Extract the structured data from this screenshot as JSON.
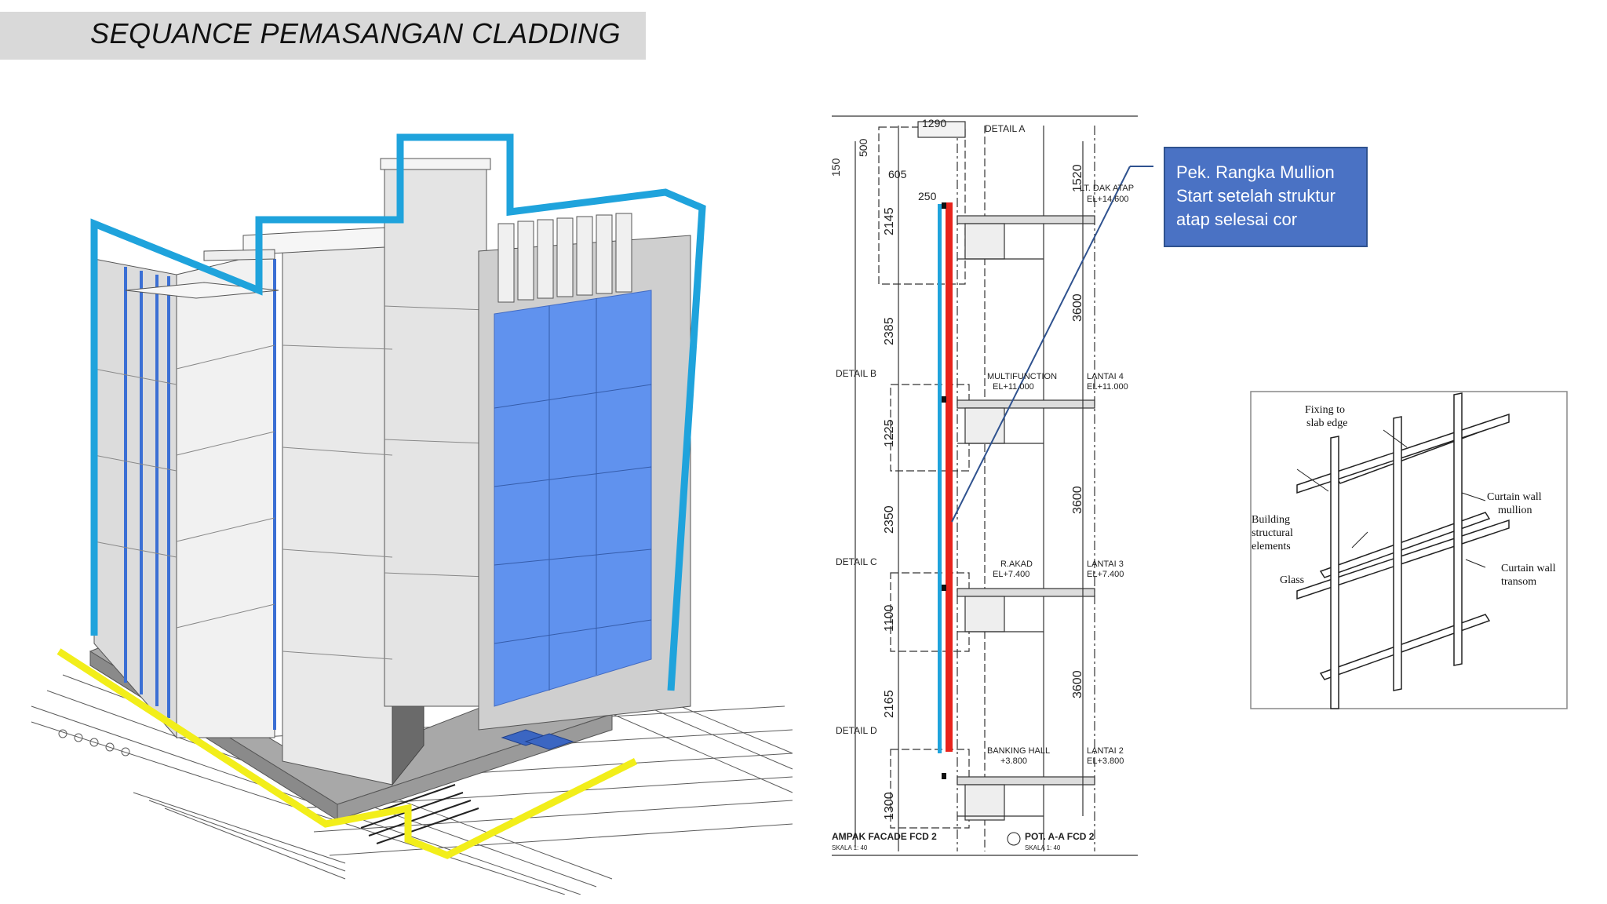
{
  "slide": {
    "title": "SEQUANCE PEMASANGAN CLADDING"
  },
  "callout": {
    "line1": "Pek. Rangka Mullion",
    "line2": "Start setelah struktur",
    "line3": "atap selesai cor"
  },
  "section_drawing": {
    "dims_top": [
      "1290",
      "500",
      "605",
      "250",
      "150"
    ],
    "detail_a": "DETAIL A",
    "detail_b": "DETAIL B",
    "detail_c": "DETAIL C",
    "detail_d": "DETAIL D",
    "left_dims": [
      "2145",
      "2385",
      "1225",
      "2350",
      "1100",
      "2165",
      "1300"
    ],
    "right_dims": [
      "1520",
      "3600",
      "3600",
      "3600"
    ],
    "levels": [
      {
        "name": "LT. DAK ATAP",
        "el": "EL+14.600"
      },
      {
        "name": "LANTAI 4",
        "el": "EL+11.000"
      },
      {
        "name": "LANTAI 3",
        "el": "EL+7.400"
      },
      {
        "name": "LANTAI 2",
        "el": "EL+3.800"
      }
    ],
    "rooms": [
      {
        "name": "MULTIFUNCTION",
        "el": "EL+11.000"
      },
      {
        "name": "R.AKAD",
        "el": "EL+7.400"
      },
      {
        "name": "BANKING HALL",
        "el": "+3.800"
      }
    ],
    "caption_left": "AMPAK FACADE FCD 2",
    "scale_left": "SKALA 1: 40",
    "caption_right": "POT. A-A FCD 2",
    "scale_right": "SKALA 1: 40"
  },
  "curtain_wall_diagram": {
    "fixing": [
      "Fixing to",
      "slab edge"
    ],
    "building": [
      "Building",
      "structural",
      "elements"
    ],
    "glass": "Glass",
    "mullion": [
      "Curtain wall",
      "mullion"
    ],
    "transom": [
      "Curtain wall",
      "transom"
    ]
  },
  "colors": {
    "outline_blue": "#1fa3dc",
    "outline_yellow": "#f2ee1a",
    "mullion_red": "#e8231c",
    "glass_blue": "#5b8ff0",
    "callout_bg": "#4a72c4"
  }
}
